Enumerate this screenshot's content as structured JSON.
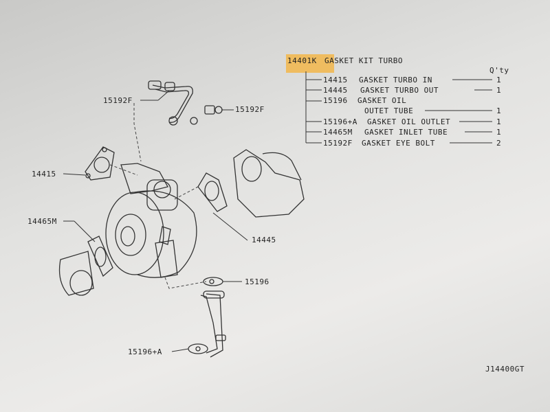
{
  "kit": {
    "number": "14401K",
    "name": "GASKET KIT TURBO"
  },
  "qty_header": "Q'ty",
  "kit_parts": [
    {
      "number": "14415",
      "name": "GASKET TURBO IN",
      "qty": "1"
    },
    {
      "number": "14445",
      "name": "GASKET TURBO OUT",
      "qty": "1"
    },
    {
      "number": "15196",
      "name": "GASKET OIL",
      "qty": ""
    },
    {
      "number": "",
      "name": "OUTET TUBE",
      "qty": "1"
    },
    {
      "number": "15196+A",
      "name": "GASKET OIL OUTLET",
      "qty": "1"
    },
    {
      "number": "14465M",
      "name": "GASKET INLET TUBE",
      "qty": "1"
    },
    {
      "number": "15192F",
      "name": "GASKET EYE BOLT",
      "qty": "2"
    }
  ],
  "callouts": {
    "c15192f_left": "15192F",
    "c15192f_right": "15192F",
    "c14415": "14415",
    "c14465m": "14465M",
    "c14445": "14445",
    "c15196": "15196",
    "c15196a": "15196+A"
  },
  "diagram_id": "J14400GT",
  "colors": {
    "highlight": "#f2b64a",
    "ink": "#222222"
  }
}
